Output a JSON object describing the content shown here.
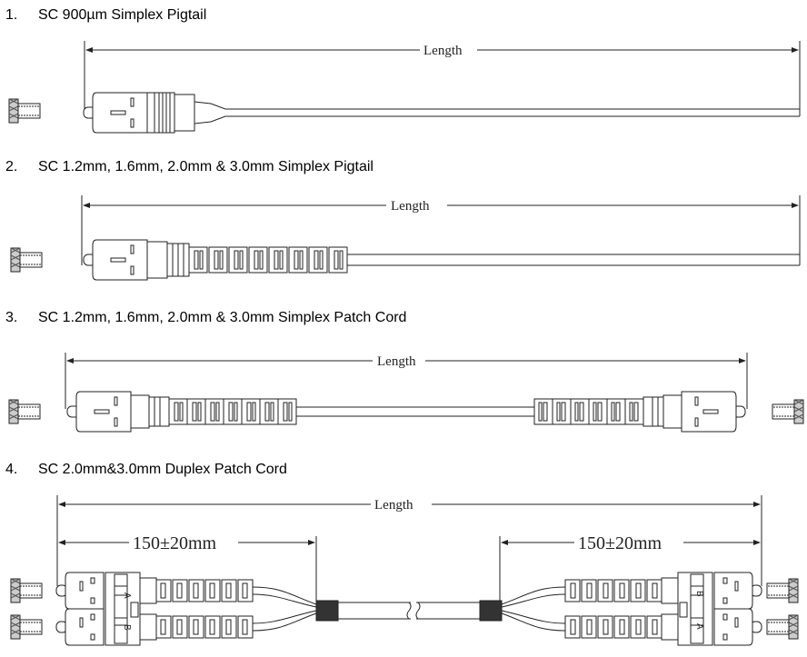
{
  "sections": [
    {
      "number": "1.",
      "title": "SC 900µm Simplex Pigtail",
      "length_label": "Length"
    },
    {
      "number": "2.",
      "title": "SC 1.2mm, 1.6mm, 2.0mm & 3.0mm Simplex Pigtail",
      "length_label": "Length"
    },
    {
      "number": "3.",
      "title": "SC 1.2mm, 1.6mm, 2.0mm & 3.0mm Simplex Patch Cord",
      "length_label": "Length"
    },
    {
      "number": "4.",
      "title": "SC 2.0mm&3.0mm Duplex Patch Cord",
      "length_label": "Length",
      "breakout_left": "150±20mm",
      "breakout_right": "150±20mm",
      "port_a": "A",
      "port_b": "B"
    }
  ]
}
